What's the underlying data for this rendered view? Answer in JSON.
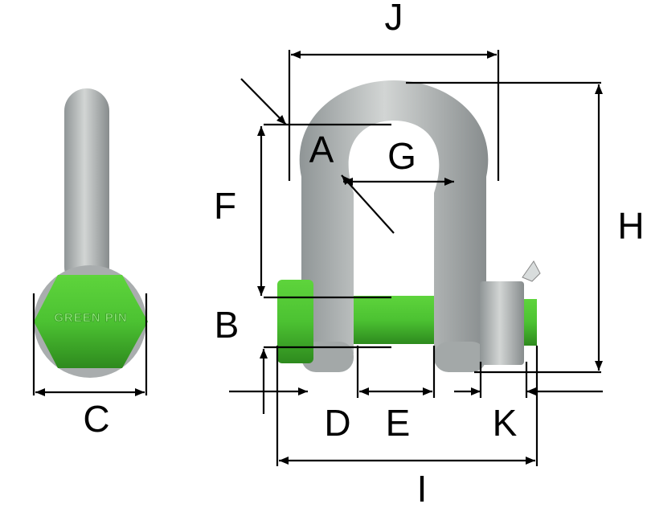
{
  "title": "Bolt type anchor shackle dimensions",
  "labels": {
    "J": "J",
    "A": "A",
    "G": "G",
    "F": "F",
    "H": "H",
    "B": "B",
    "C": "C",
    "D": "D",
    "E": "E",
    "K": "K",
    "I": "I"
  },
  "head_marking": "GREEN PIN",
  "colors": {
    "green": "#4cc232",
    "steel": "#b8bcbc",
    "steel_dark": "#8d9293",
    "line": "#000000"
  }
}
